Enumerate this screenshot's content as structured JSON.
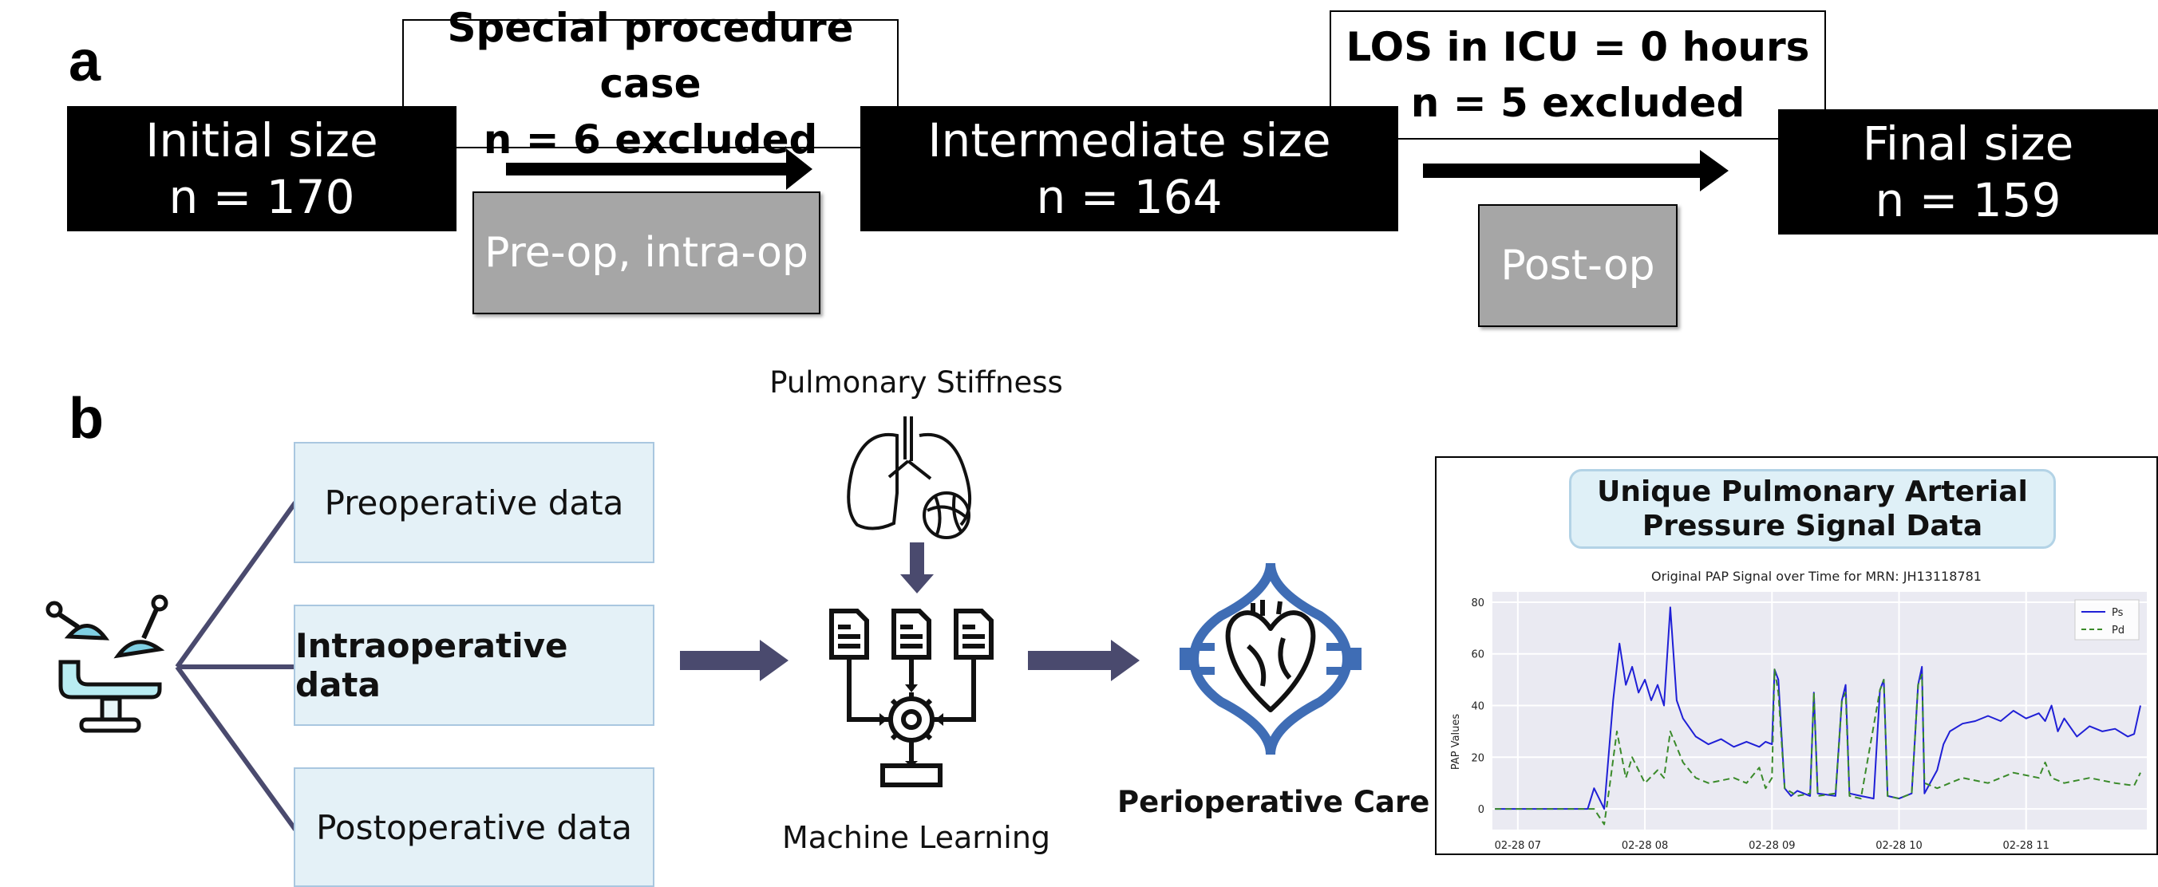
{
  "panel_a": {
    "letter": "a",
    "initial": {
      "line1": "Initial size",
      "line2": "n = 170"
    },
    "exclusion1": {
      "line1": "Special procedure case",
      "line2": "n = 6 excluded"
    },
    "phase1": "Pre-op, intra-op",
    "intermediate": {
      "line1": "Intermediate size",
      "line2": "n = 164"
    },
    "exclusion2": {
      "line1": "LOS in ICU = 0 hours",
      "line2": "n = 5 excluded"
    },
    "phase2": "Post-op",
    "final": {
      "line1": "Final size",
      "line2": "n = 159"
    }
  },
  "panel_b": {
    "letter": "b",
    "data_boxes": [
      "Preoperative data",
      "Intraoperative data",
      "Postoperative data"
    ],
    "pulmonary_label": "Pulmonary Stiffness",
    "ml_label": "Machine Learning",
    "care_label": "Perioperative Care",
    "chart_title_line1": "Unique Pulmonary Arterial",
    "chart_title_line2": "Pressure Signal Data",
    "icons": [
      "operating-room-icon",
      "lungs-icon",
      "documents-icon",
      "gear-icon",
      "heart-icon"
    ]
  },
  "colors": {
    "arrow": "#4a4a6e",
    "ps_line": "#1f1fd6",
    "pd_line": "#3a8a2a",
    "heart_blue": "#3f6db5"
  },
  "chart_data": {
    "type": "line",
    "title": "Original PAP Signal over Time for MRN: JH13118781",
    "ylabel": "PAP Values",
    "xlabel": "",
    "ylim": [
      -8,
      84
    ],
    "xlim": [
      6.8,
      11.95
    ],
    "yticks": [
      0,
      20,
      40,
      60,
      80
    ],
    "xticks": [
      7,
      8,
      9,
      10,
      11
    ],
    "xtick_labels": [
      "02-28 07",
      "02-28 08",
      "02-28 09",
      "02-28 10",
      "02-28 11"
    ],
    "grid": true,
    "legend": "top-right",
    "series": [
      {
        "name": "Ps",
        "x": [
          6.82,
          7.2,
          7.55,
          7.6,
          7.68,
          7.75,
          7.8,
          7.85,
          7.9,
          7.95,
          8.0,
          8.05,
          8.1,
          8.15,
          8.2,
          8.25,
          8.3,
          8.4,
          8.5,
          8.6,
          8.7,
          8.8,
          8.9,
          8.95,
          9.0,
          9.02,
          9.05,
          9.1,
          9.15,
          9.2,
          9.3,
          9.33,
          9.36,
          9.5,
          9.55,
          9.58,
          9.61,
          9.7,
          9.8,
          9.85,
          9.88,
          9.91,
          10.0,
          10.1,
          10.15,
          10.18,
          10.2,
          10.3,
          10.35,
          10.4,
          10.5,
          10.6,
          10.7,
          10.8,
          10.9,
          11.0,
          11.1,
          11.15,
          11.2,
          11.25,
          11.3,
          11.4,
          11.5,
          11.6,
          11.7,
          11.8,
          11.85,
          11.9
        ],
        "values": [
          0,
          0,
          0,
          8,
          0,
          42,
          64,
          48,
          55,
          45,
          50,
          42,
          48,
          40,
          78,
          42,
          35,
          28,
          25,
          27,
          24,
          26,
          24,
          26,
          25,
          54,
          50,
          8,
          5,
          7,
          5,
          45,
          6,
          5,
          42,
          48,
          6,
          5,
          4,
          46,
          50,
          5,
          4,
          6,
          48,
          55,
          6,
          15,
          25,
          30,
          33,
          34,
          36,
          34,
          38,
          35,
          37,
          34,
          40,
          30,
          35,
          28,
          32,
          30,
          31,
          28,
          29,
          40
        ]
      },
      {
        "name": "Pd",
        "x": [
          6.82,
          7.2,
          7.55,
          7.6,
          7.68,
          7.72,
          7.78,
          7.85,
          7.9,
          8.0,
          8.1,
          8.15,
          8.2,
          8.3,
          8.4,
          8.5,
          8.6,
          8.7,
          8.8,
          8.9,
          8.95,
          9.0,
          9.02,
          9.05,
          9.1,
          9.2,
          9.3,
          9.33,
          9.36,
          9.5,
          9.55,
          9.58,
          9.61,
          9.7,
          9.85,
          9.88,
          9.91,
          10.0,
          10.1,
          10.15,
          10.18,
          10.2,
          10.3,
          10.5,
          10.7,
          10.9,
          11.1,
          11.15,
          11.2,
          11.3,
          11.5,
          11.7,
          11.85,
          11.9
        ],
        "values": [
          0,
          0,
          0,
          0,
          -6,
          8,
          30,
          12,
          20,
          10,
          15,
          12,
          30,
          18,
          12,
          10,
          11,
          12,
          10,
          16,
          8,
          12,
          54,
          45,
          8,
          5,
          6,
          45,
          5,
          6,
          42,
          45,
          5,
          4,
          46,
          50,
          5,
          4,
          6,
          48,
          52,
          10,
          8,
          12,
          10,
          14,
          12,
          18,
          12,
          10,
          12,
          10,
          9,
          14
        ]
      }
    ]
  }
}
